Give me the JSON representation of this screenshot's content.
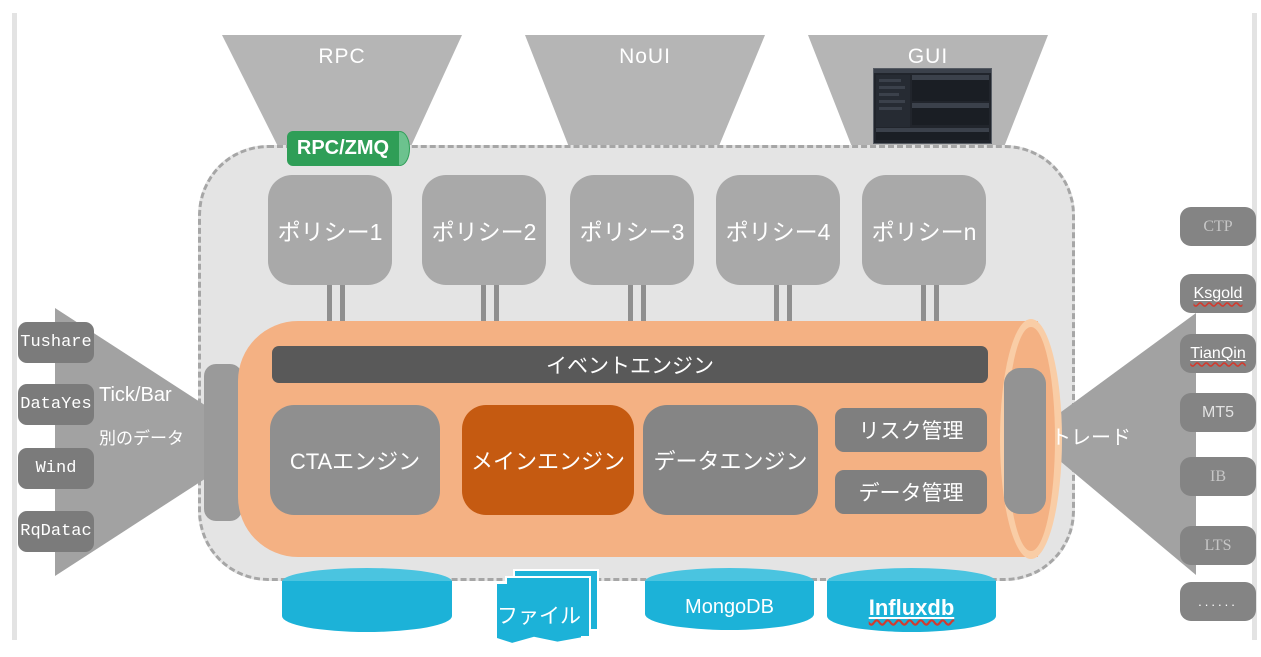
{
  "colors": {
    "accent_green": "#2f9e57",
    "cylinder_orange": "#f4b183",
    "main_engine_orange": "#c55a11",
    "db_cyan": "#1cb2d8",
    "box_gray": "#a9a9a9",
    "event_bar_gray": "#595959",
    "container_gray": "#e4e4e4"
  },
  "funnels": {
    "rpc": "RPC",
    "noui": "NoUI",
    "gui": "GUI"
  },
  "rpc_zmq": "RPC/ZMQ",
  "policies": [
    "ポリシー1",
    "ポリシー2",
    "ポリシー3",
    "ポリシー4",
    "ポリシーn"
  ],
  "core": {
    "event_engine": "イベントエンジン",
    "cta_engine": "CTAエンジン",
    "main_engine": "メインエンジン",
    "data_engine": "データエンジン",
    "risk_mgmt": "リスク管理",
    "data_mgmt": "データ管理"
  },
  "left": {
    "providers": [
      "Tushare",
      "DataYes",
      "Wind",
      "RqDatac"
    ],
    "flow_label_1": "Tick/Bar",
    "flow_label_2": "別のデータ"
  },
  "right": {
    "flow_label": "トレード",
    "gateways": [
      "CTP",
      "Ksgold",
      "TianQin",
      "MT5",
      "IB",
      "LTS",
      "......"
    ]
  },
  "storage": {
    "file": "ファイル",
    "mongodb": "MongoDB",
    "influxdb": "Influxdb"
  }
}
